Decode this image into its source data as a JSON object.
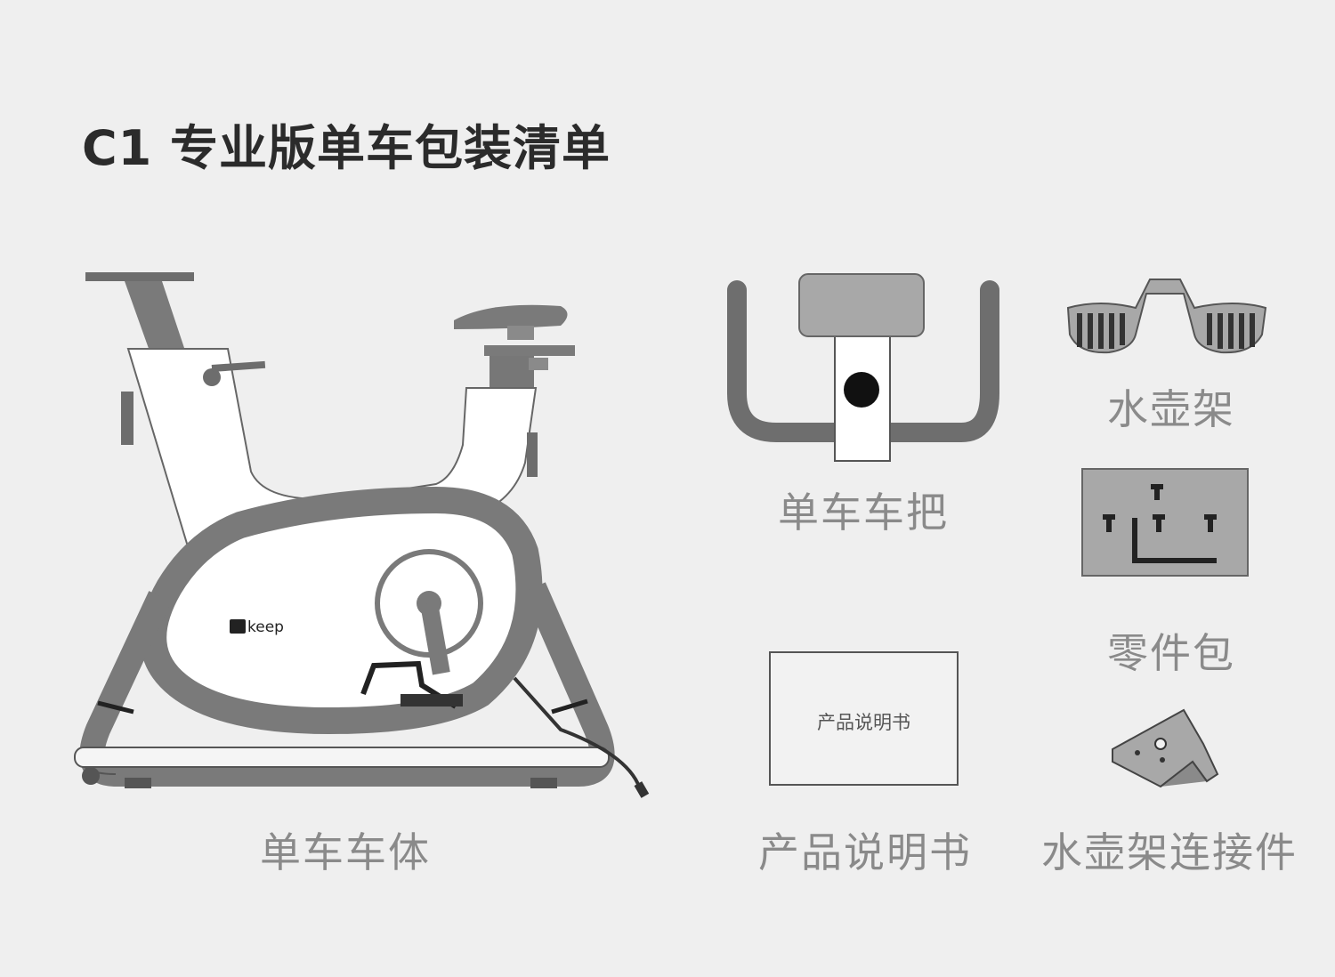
{
  "page": {
    "title": "C1 专业版单车包装清单",
    "items": {
      "bike_body": "单车车体",
      "handlebar": "单车车把",
      "bottle_cage": "水壶架",
      "parts_pack": "零件包",
      "manual": "产品说明书",
      "manual_cover_text": "产品说明书",
      "bottle_cage_connector": "水壶架连接件"
    },
    "brand_logo": "keep"
  },
  "colors": {
    "background": "#efefef",
    "frame_gray": "#7a7a7a",
    "dark_gray": "#555555",
    "light_gray": "#a8a8a8",
    "text_gray": "#8a8a8a"
  }
}
